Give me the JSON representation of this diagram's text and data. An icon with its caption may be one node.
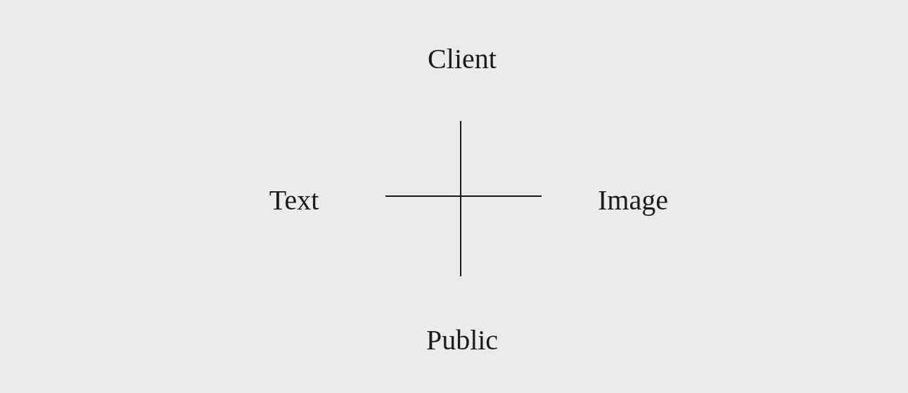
{
  "diagram": {
    "labels": [
      "Client",
      "Text",
      "Image",
      "Public"
    ]
  }
}
